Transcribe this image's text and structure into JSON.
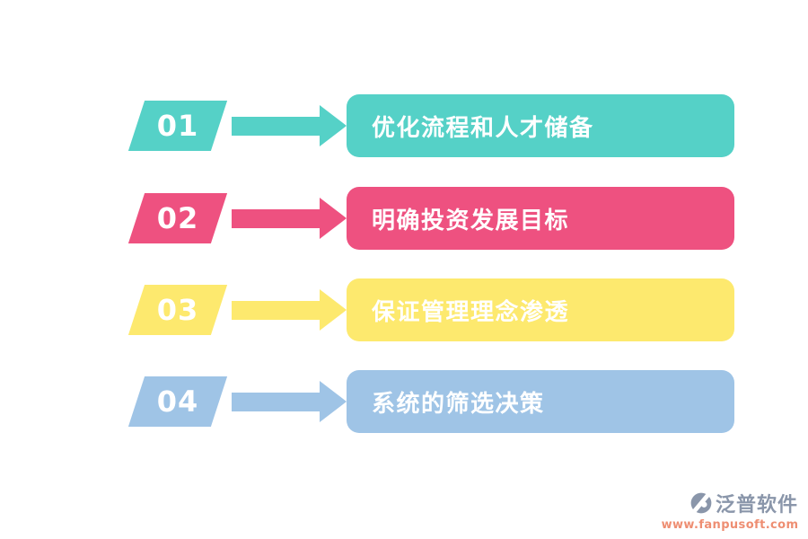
{
  "steps": [
    {
      "number": "01",
      "label": "优化流程和人才储备",
      "color": "#55d1c7"
    },
    {
      "number": "02",
      "label": "明确投资发展目标",
      "color": "#ee5180"
    },
    {
      "number": "03",
      "label": "保证管理理念渗透",
      "color": "#fde96e"
    },
    {
      "number": "04",
      "label": "系统的筛选决策",
      "color": "#9fc4e6"
    }
  ],
  "watermark": {
    "brand": "泛普软件",
    "url": "www.fanpusoft.com",
    "brand_color": "#8a96aa",
    "url_color": "#ee8e72",
    "logo_icon": "fanpu-logo"
  }
}
